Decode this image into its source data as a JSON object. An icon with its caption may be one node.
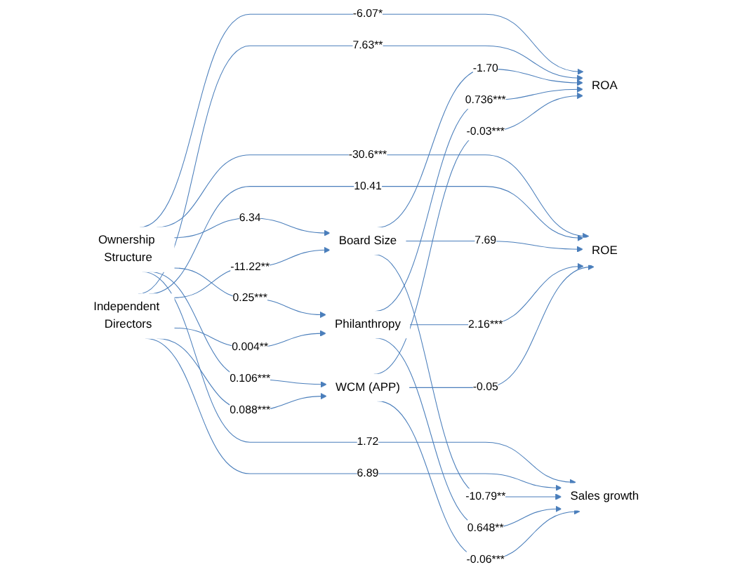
{
  "diagram": {
    "nodes": [
      {
        "text": [
          "Philanthropy"
        ]
      },
      {
        "text": [
          "Ownership Structure"
        ]
      },
      {
        "text": [
          "Board Size"
        ]
      },
      {
        "text": [
          "Independent Directors"
        ]
      },
      {
        "text": [
          "ROA"
        ]
      },
      {
        "text": [
          "ROE"
        ]
      },
      {
        "text": [
          "Sales growth"
        ]
      },
      {
        "text": [
          "WCM (APP)"
        ]
      }
    ],
    "edges": [
      {
        "from": 1,
        "to": 0,
        "arrow": "to",
        "label": "0.25***"
      },
      {
        "from": 1,
        "to": 2,
        "arrow": "to",
        "label": "6.34"
      },
      {
        "from": 1,
        "to": 4,
        "arrow": "to",
        "label": "-6.07*"
      },
      {
        "from": 1,
        "to": 5,
        "arrow": "to",
        "label": "-30.6***"
      },
      {
        "from": 1,
        "to": 6,
        "arrow": "to",
        "label": "1.72"
      },
      {
        "from": 1,
        "to": 7,
        "arrow": "to",
        "label": "0.106***"
      },
      {
        "from": 3,
        "to": 0,
        "arrow": "to",
        "label": "0.004**"
      },
      {
        "from": 3,
        "to": 2,
        "arrow": "to",
        "label": "-11.22**"
      },
      {
        "from": 3,
        "to": 4,
        "arrow": "to",
        "label": "7.63**"
      },
      {
        "from": 3,
        "to": 5,
        "arrow": "to",
        "label": "10.41"
      },
      {
        "from": 3,
        "to": 6,
        "arrow": "to",
        "label": "6.89"
      },
      {
        "from": 3,
        "to": 7,
        "arrow": "to",
        "label": "0.088***"
      },
      {
        "from": 2,
        "to": 4,
        "arrow": "to",
        "label": "-1.70"
      },
      {
        "from": 2,
        "to": 5,
        "arrow": "to",
        "label": "7.69"
      },
      {
        "from": 2,
        "to": 6,
        "arrow": "to",
        "label": "-10.79**"
      },
      {
        "from": 0,
        "to": 4,
        "arrow": "to",
        "label": "0.736***"
      },
      {
        "from": 0,
        "to": 5,
        "arrow": "to",
        "label": "2.16***"
      },
      {
        "from": 0,
        "to": 6,
        "arrow": "to",
        "label": "0.648**"
      },
      {
        "from": 7,
        "to": 4,
        "arrow": "to",
        "label": "-0.03***"
      },
      {
        "from": 7,
        "to": 5,
        "arrow": "to",
        "label": "-0.05"
      },
      {
        "from": 7,
        "to": 6,
        "arrow": "to",
        "label": "-0.06***"
      }
    ]
  }
}
